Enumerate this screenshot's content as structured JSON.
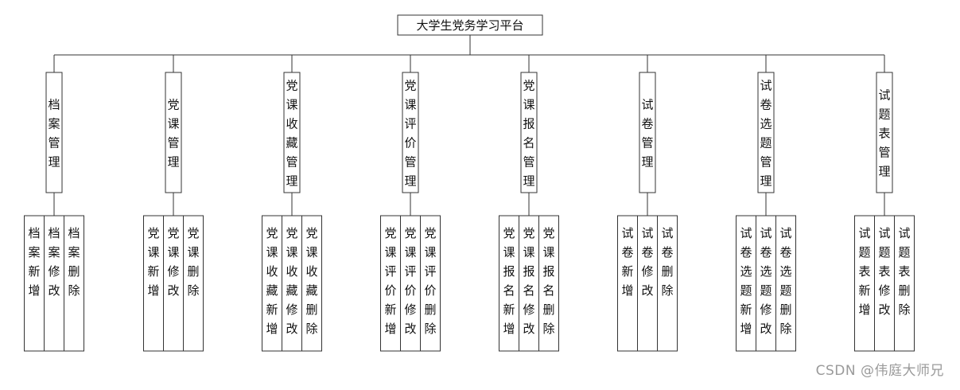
{
  "root": {
    "label": "大学生党务学习平台"
  },
  "modules": [
    {
      "label": "档案管理",
      "functions": [
        "档案新增",
        "档案修改",
        "档案删除"
      ]
    },
    {
      "label": "党课管理",
      "functions": [
        "党课新增",
        "党课修改",
        "党课删除"
      ]
    },
    {
      "label": "党课收藏管理",
      "functions": [
        "党课收藏新增",
        "党课收藏修改",
        "党课收藏删除"
      ]
    },
    {
      "label": "党课评价管理",
      "functions": [
        "党课评价新增",
        "党课评价修改",
        "党课评价删除"
      ]
    },
    {
      "label": "党课报名管理",
      "functions": [
        "党课报名新增",
        "党课报名修改",
        "党课报名删除"
      ]
    },
    {
      "label": "试卷管理",
      "functions": [
        "试卷新增",
        "试卷修改",
        "试卷删除"
      ]
    },
    {
      "label": "试卷选题管理",
      "functions": [
        "试卷选题新增",
        "试卷选题修改",
        "试卷选题删除"
      ]
    },
    {
      "label": "试题表管理",
      "functions": [
        "试题表新增",
        "试题表修改",
        "试题表删除"
      ]
    }
  ],
  "watermark": "CSDN @伟庭大师兄"
}
